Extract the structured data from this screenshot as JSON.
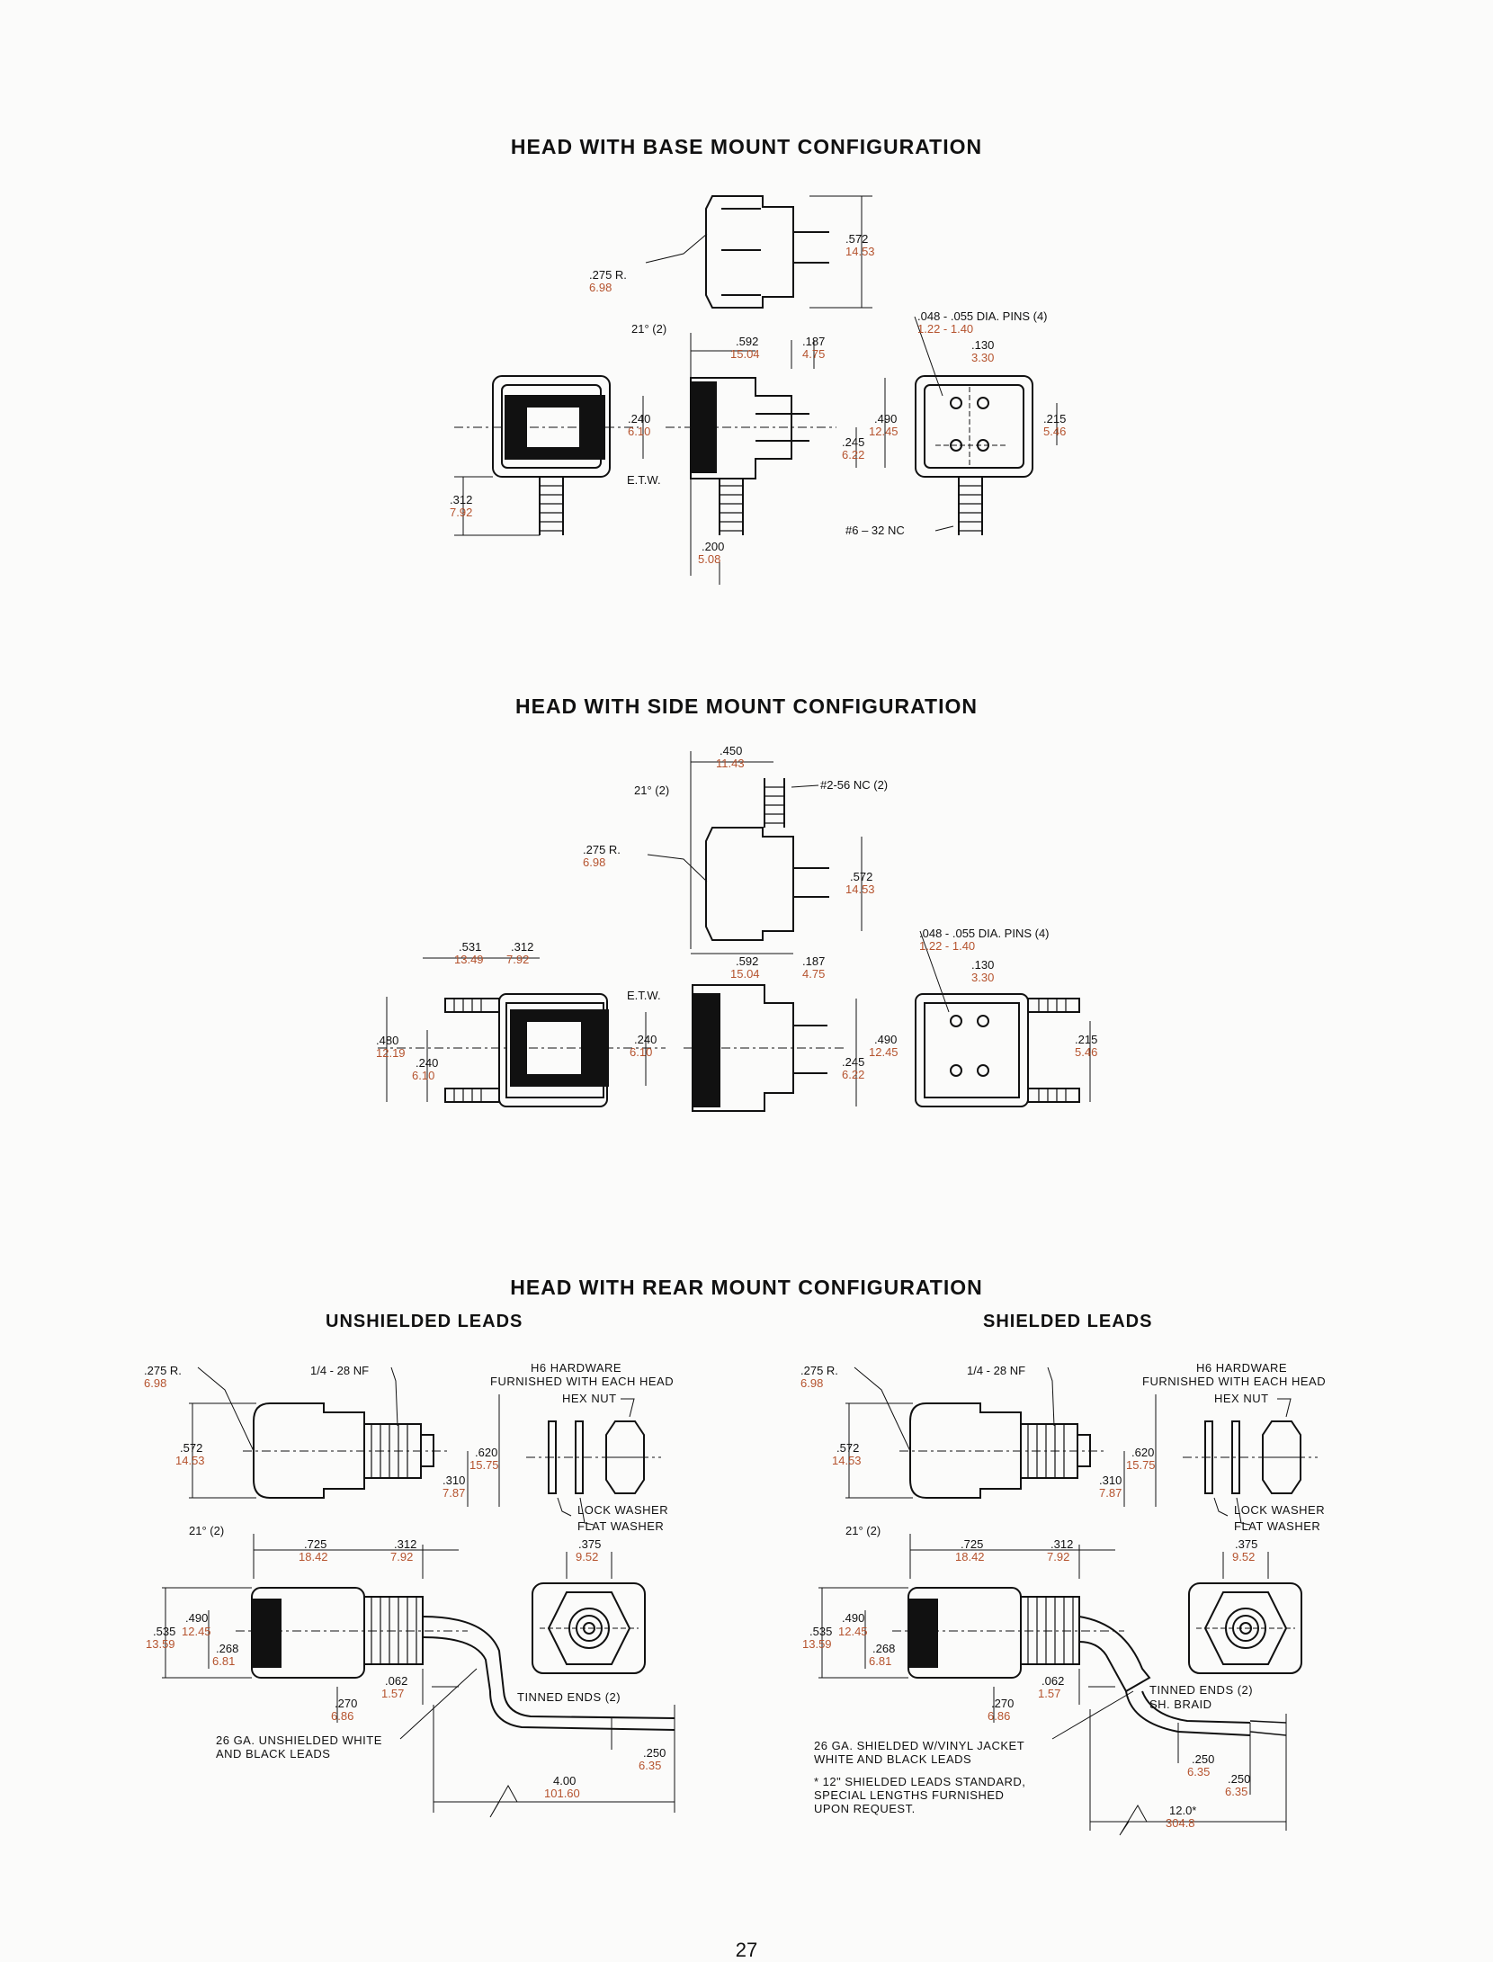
{
  "base_mount": {
    "title": "HEAD WITH BASE MOUNT CONFIGURATION",
    "labels": {
      "radius": ".275 R.",
      "radius_m": "6.98",
      "angle": "21° (2)",
      "h572": ".572",
      "h572_m": "14.53",
      "pins": ".048 - .055 DIA. PINS (4)",
      "pins_m": "1.22 - 1.40",
      "d592": ".592",
      "d592_m": "15.04",
      "d187": ".187",
      "d187_m": "4.75",
      "d130": ".130",
      "d130_m": "3.30",
      "d240": ".240",
      "d240_m": "6.10",
      "d490": ".490",
      "d490_m": "12.45",
      "d245": ".245",
      "d245_m": "6.22",
      "d215": ".215",
      "d215_m": "5.46",
      "etw": "E.T.W.",
      "d312": ".312",
      "d312_m": "7.92",
      "thread": "#6 – 32 NC",
      "d200": ".200",
      "d200_m": "5.08"
    }
  },
  "side_mount": {
    "title": "HEAD WITH SIDE MOUNT CONFIGURATION",
    "labels": {
      "d450": ".450",
      "d450_m": "11.43",
      "angle": "21° (2)",
      "thread": "#2-56 NC (2)",
      "radius": ".275 R.",
      "radius_m": "6.98",
      "h572": ".572",
      "h572_m": "14.53",
      "d531": ".531",
      "d531_m": "13.49",
      "d312": ".312",
      "d312_m": "7.92",
      "pins": ".048 - .055 DIA. PINS (4)",
      "pins_m": "1.22 - 1.40",
      "d592": ".592",
      "d592_m": "15.04",
      "d187": ".187",
      "d187_m": "4.75",
      "d130": ".130",
      "d130_m": "3.30",
      "etw": "E.T.W.",
      "d480": ".480",
      "d480_m": "12.19",
      "d240a": ".240",
      "d240a_m": "6.10",
      "d240b": ".240",
      "d240b_m": "6.10",
      "d490": ".490",
      "d490_m": "12.45",
      "d245": ".245",
      "d245_m": "6.22",
      "d215": ".215",
      "d215_m": "5.46"
    }
  },
  "rear_mount": {
    "title": "HEAD WITH REAR MOUNT CONFIGURATION",
    "unshielded": {
      "subtitle": "UNSHIELDED LEADS",
      "labels": {
        "radius": ".275 R.",
        "radius_m": "6.98",
        "thread": "1/4 - 28 NF",
        "hw1": "H6 HARDWARE",
        "hw2": "FURNISHED WITH EACH HEAD",
        "hexnut": "HEX NUT",
        "h572": ".572",
        "h572_m": "14.53",
        "d620": ".620",
        "d620_m": "15.75",
        "d310": ".310",
        "d310_m": "7.87",
        "lockwasher": "LOCK WASHER",
        "flatwasher": "FLAT WASHER",
        "angle": "21° (2)",
        "d725": ".725",
        "d725_m": "18.42",
        "d312": ".312",
        "d312_m": "7.92",
        "d375": ".375",
        "d375_m": "9.52",
        "d490": ".490",
        "d490_m": "12.45",
        "d535": ".535",
        "d535_m": "13.59",
        "d268": ".268",
        "d268_m": "6.81",
        "d062": ".062",
        "d062_m": "1.57",
        "d270": ".270",
        "d270_m": "6.86",
        "tinned": "TINNED ENDS (2)",
        "leads1": "26 GA. UNSHIELDED WHITE",
        "leads2": "AND BLACK LEADS",
        "d250": ".250",
        "d250_m": "6.35",
        "d400": "4.00",
        "d400_m": "101.60"
      }
    },
    "shielded": {
      "subtitle": "SHIELDED LEADS",
      "labels": {
        "radius": ".275 R.",
        "radius_m": "6.98",
        "thread": "1/4 - 28 NF",
        "hw1": "H6 HARDWARE",
        "hw2": "FURNISHED WITH EACH HEAD",
        "hexnut": "HEX NUT",
        "h572": ".572",
        "h572_m": "14.53",
        "d620": ".620",
        "d620_m": "15.75",
        "d310": ".310",
        "d310_m": "7.87",
        "lockwasher": "LOCK WASHER",
        "flatwasher": "FLAT WASHER",
        "angle": "21° (2)",
        "d725": ".725",
        "d725_m": "18.42",
        "d312": ".312",
        "d312_m": "7.92",
        "d375": ".375",
        "d375_m": "9.52",
        "d490": ".490",
        "d490_m": "12.45",
        "d535": ".535",
        "d535_m": "13.59",
        "d268": ".268",
        "d268_m": "6.81",
        "d062": ".062",
        "d062_m": "1.57",
        "d270": ".270",
        "d270_m": "6.86",
        "tinned": "TINNED ENDS (2)",
        "braid": "SH. BRAID",
        "leads1": "26 GA. SHIELDED W/VINYL JACKET",
        "leads2": "WHITE AND BLACK LEADS",
        "note1": "* 12\" SHIELDED LEADS STANDARD,",
        "note2": "SPECIAL LENGTHS FURNISHED",
        "note3": "UPON REQUEST.",
        "d250a": ".250",
        "d250a_m": "6.35",
        "d250b": ".250",
        "d250b_m": "6.35",
        "d120": "12.0*",
        "d120_m": "304.8"
      }
    }
  },
  "page_number": "27"
}
